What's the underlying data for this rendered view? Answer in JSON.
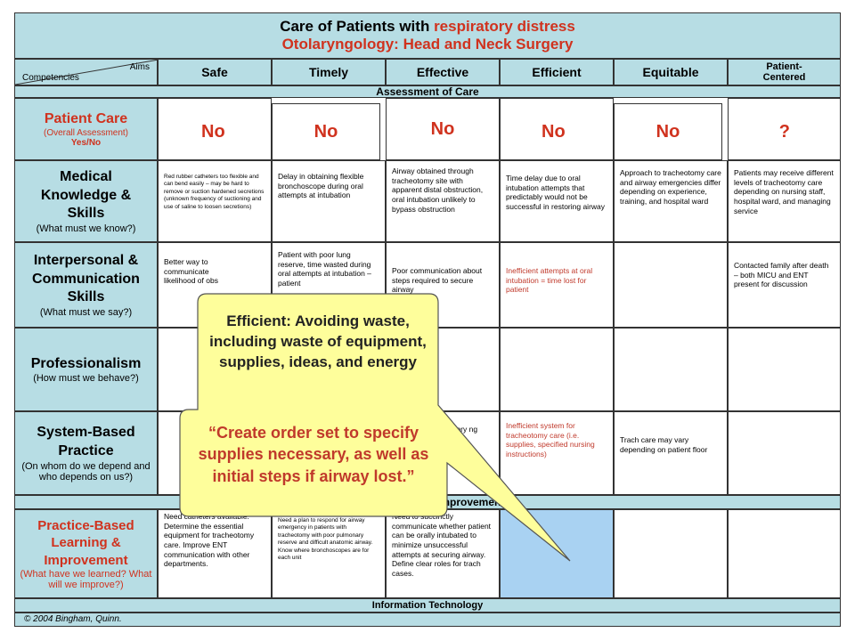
{
  "header": {
    "title_line1_prefix": "Care of Patients with ",
    "title_line1_highlight": "respiratory distress",
    "title_line2": "Otolaryngology: Head and Neck Surgery"
  },
  "corner": {
    "aims": "Aims",
    "competencies": "Competencies"
  },
  "aims": [
    "Safe",
    "Timely",
    "Effective",
    "Efficient",
    "Equitable",
    "Patient-Centered"
  ],
  "bands": {
    "assessment": "Assessment of Care",
    "improvement": "Improvement",
    "info_tech": "Information Technology"
  },
  "rows": {
    "patient_care": {
      "title": "Patient Care",
      "sub": "(Overall Assessment)",
      "sub2": "Yes/No",
      "cells": [
        "No",
        "No",
        "No",
        "No",
        "No",
        "?"
      ]
    },
    "medical": {
      "title": "Medical Knowledge & Skills",
      "sub": "(What must we know?)",
      "cells": [
        "Red rubber catheters too flexible and can bend easily – may be hard to remove or suction hardened secretions (unknown frequency of suctioning and use of saline to loosen secretions)",
        "Delay in obtaining flexible bronchoscope during oral attempts at intubation",
        "Airway obtained through tracheotomy site with apparent distal obstruction, oral intubation unlikely to bypass obstruction",
        "Time delay due to oral intubation attempts that predictably would not be successful in restoring airway",
        "Approach to tracheotomy care and airway emergencies differ depending on experience, training, and hospital ward",
        "Patients may receive different levels of tracheotomy care depending on nursing staff, hospital ward, and managing service"
      ]
    },
    "interpersonal": {
      "title": "Interpersonal & Communication Skills",
      "sub": "(What must we say?)",
      "cells": [
        "Better way to communicate likelihood of obs",
        "Patient with poor lung reserve, time wasted during oral attempts at intubation – patient",
        "Poor communication about steps required to secure airway",
        "Inefficient attempts at oral intubation = time lost for patient",
        "",
        "Contacted family after death – both MICU and ENT present for discussion"
      ]
    },
    "professionalism": {
      "title": "Professionalism",
      "sub": "(How must we behave?)"
    },
    "systems": {
      "title": "System-Based Practice",
      "sub": "(On whom do we depend and who depends on us?)",
      "cells": [
        "",
        "",
        "le of ory ng",
        "Inefficient system for tracheotomy care (i.e. supplies, specified nursing instructions)",
        "Trach care may vary depending on patient floor",
        ""
      ]
    },
    "pbli": {
      "title": "Practice-Based Learning & Improvement",
      "sub": "(What have we learned? What will we improve?)",
      "cells": [
        "Need catheters available. Determine the essential equipment for tracheotomy care. Improve ENT communication with other departments.",
        "Need a plan to respond for airway emergency in patients with tracheotomy with poor pulmonary reserve and difficult anatomic airway. Know where bronchoscopes are for each unit",
        "Need to succinctly communicate whether patient can be orally intubated to minimize unsuccessful attempts at securing airway. Define clear roles for trach cases.",
        "",
        "",
        ""
      ]
    }
  },
  "callout": {
    "line1": "Efficient: Avoiding waste, including waste of equipment, supplies, ideas, and energy",
    "line2": "“Create order set to specify supplies necessary, as well as initial steps if airway lost.”"
  },
  "footer": {
    "copyright": "© 2004 Bingham, Quinn."
  },
  "colors": {
    "teal": "#b7dde4",
    "red": "#d0321e",
    "callout_fill": "#fefe9b",
    "highlight_blue": "#a9d2f2"
  }
}
